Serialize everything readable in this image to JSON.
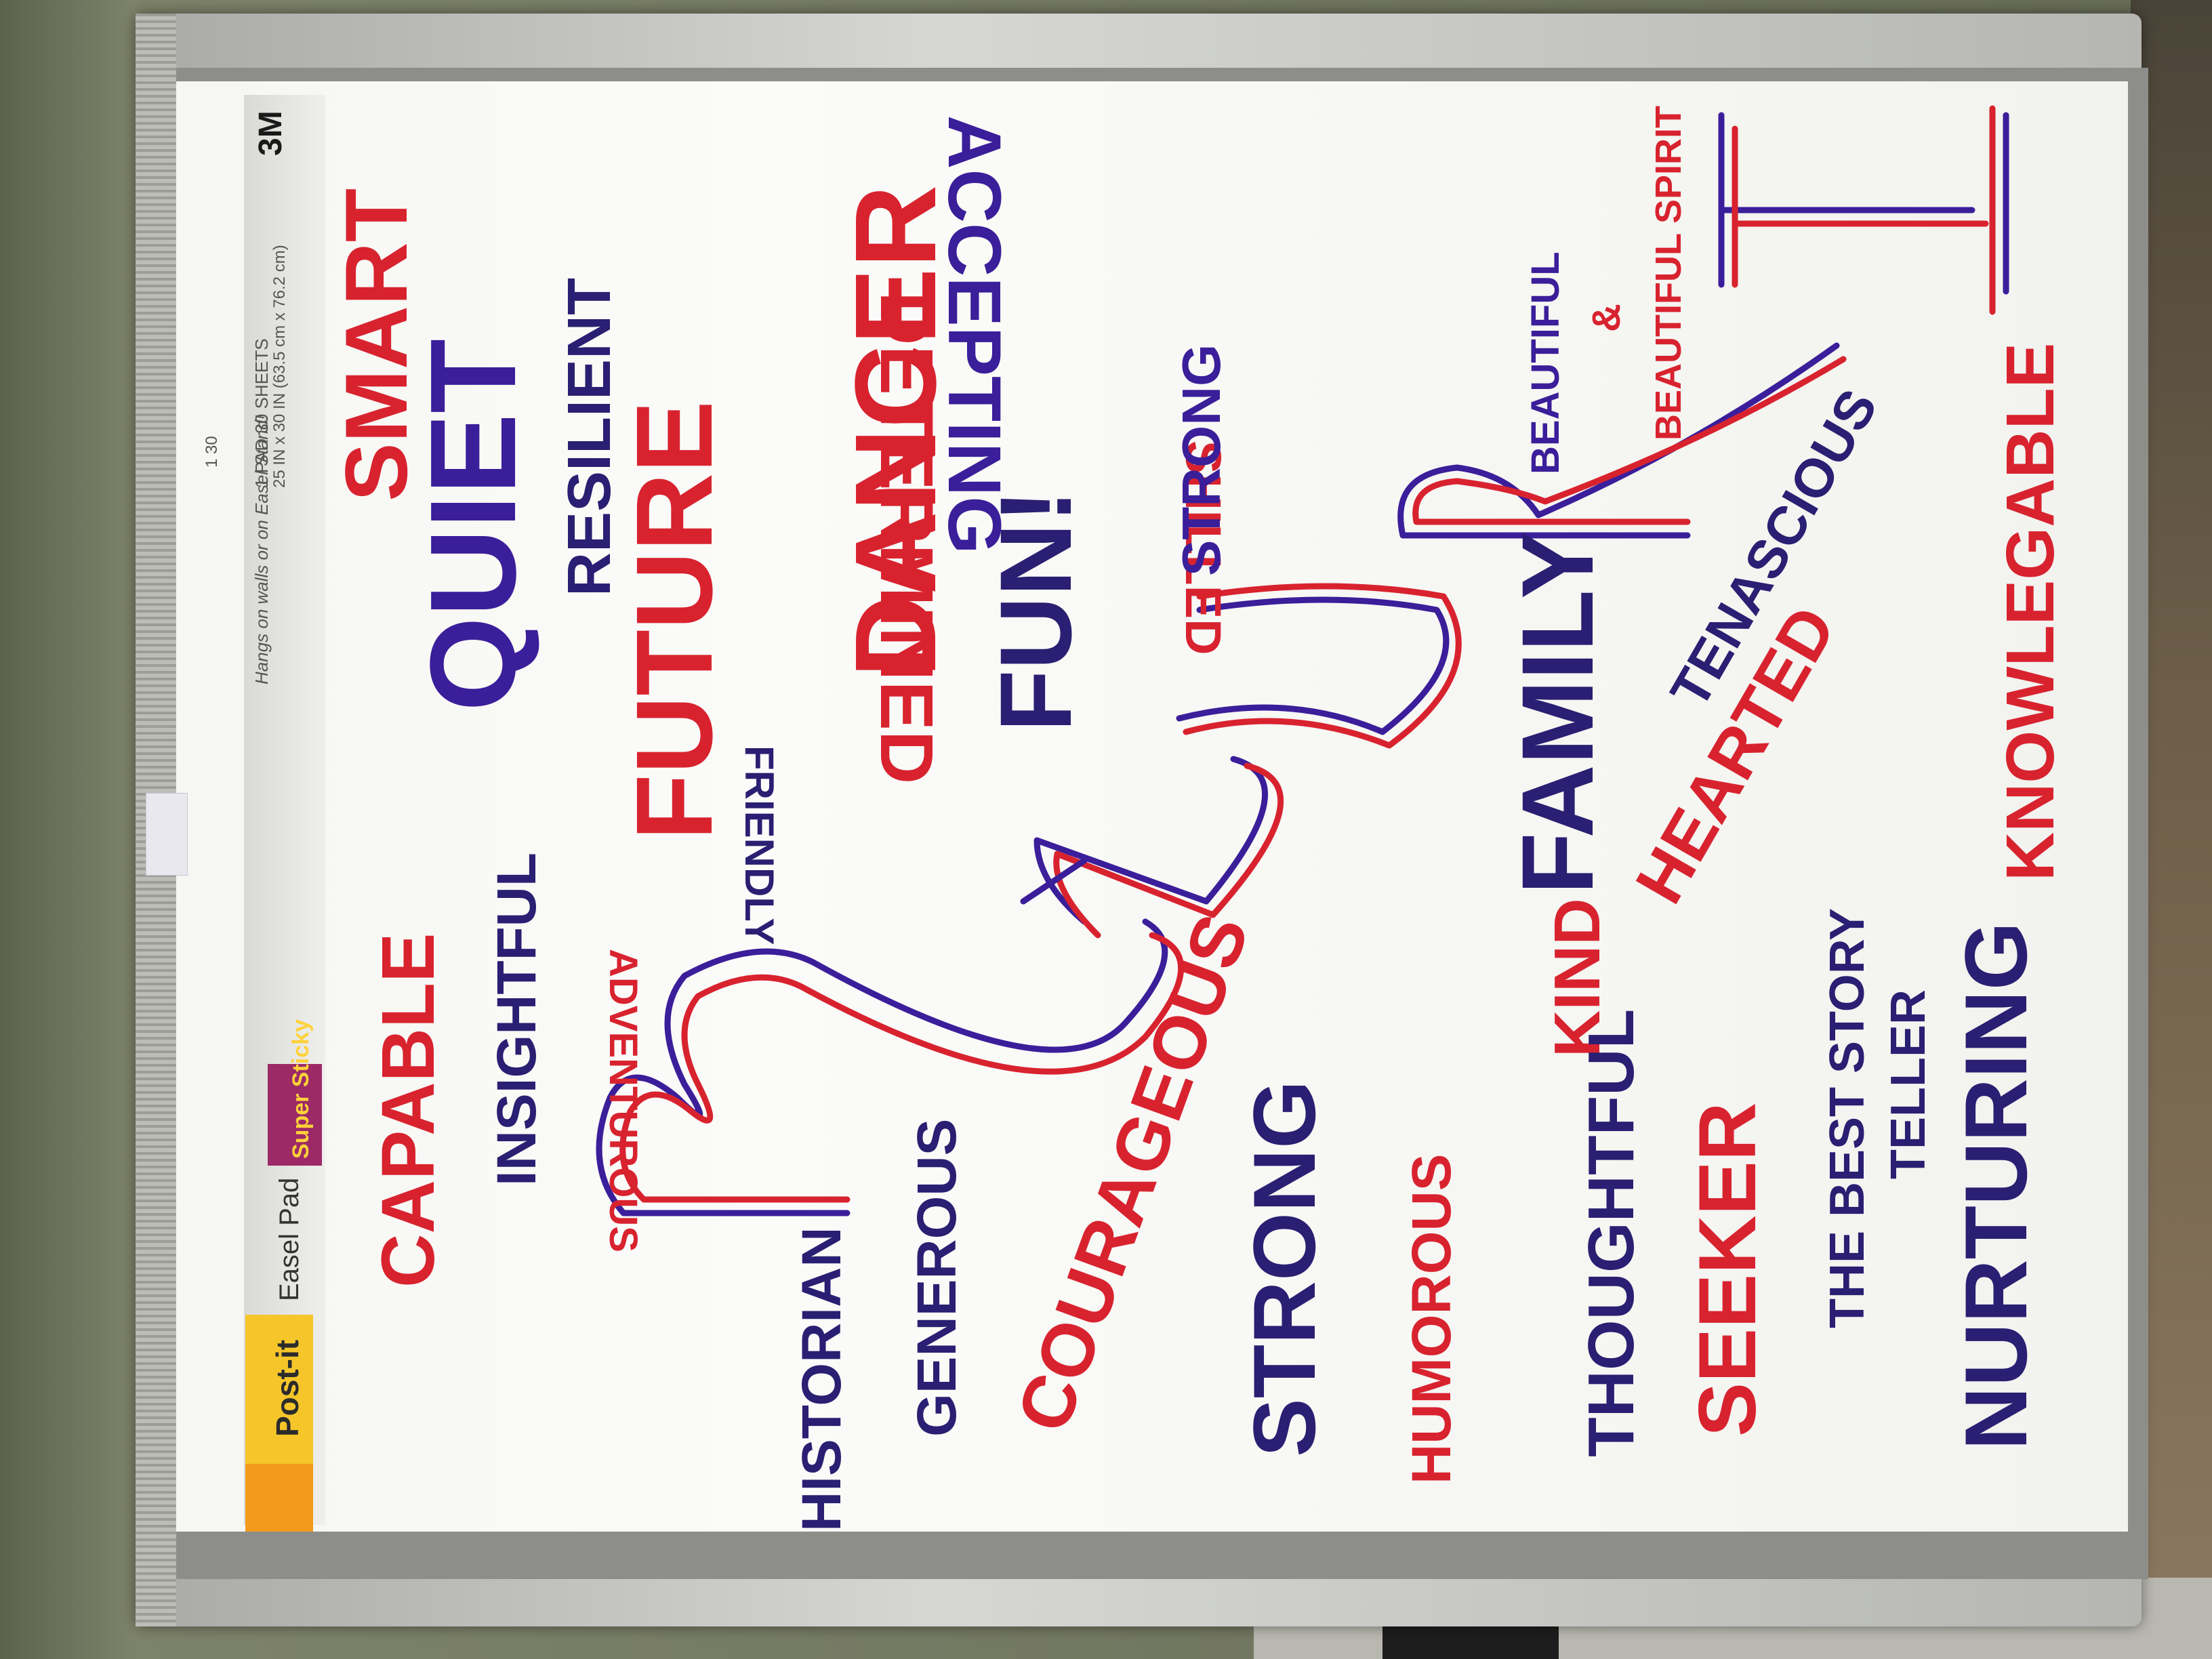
{
  "pad_label": {
    "brand": "Post-it",
    "product": "Easel Pad",
    "badge": "Super Sticky",
    "logo": "3M",
    "tagline": "Hangs on walls or on Easel Stand!",
    "size_text": "1 PAD 30 SHEETS",
    "dimensions": "25 IN x 30 IN (63.5 cm x 76.2 cm)",
    "count_text": "1 30"
  },
  "colors": {
    "red": "#d8232f",
    "blue": "#3b1e9a",
    "navy": "#2a1f72",
    "paper": "#f7f7f4",
    "label_yellow": "#f5c52a",
    "label_orange": "#f39a1d"
  },
  "letters": [
    "M",
    "A",
    "U",
    "R",
    "I"
  ],
  "words": {
    "historian": "HISTORIAN",
    "capable": "CAPABLE",
    "insightful": "INSIGHTFUL",
    "smart": "SMART",
    "quiet": "QUIET",
    "resilient": "RESILIENT",
    "future": "FUTURE",
    "dancer": "DANCER",
    "accepting": "ACCEPTING",
    "determined": "DETERMINED",
    "adventurous": "ADVENTUROUS",
    "friendly": "FRIENDLY",
    "fun": "FUN!",
    "shilled": "SHILLED",
    "strong_top": "STRONG",
    "generous": "GENEROUS",
    "courageous": "COURAGEOUS",
    "strong": "STRONG",
    "kind": "KIND",
    "family": "FAMILY",
    "tenascious": "TENASCIOUS",
    "hearted": "HEARTED",
    "beautiful": "BEAUTIFUL",
    "amp": "&",
    "beautiful_spirit": "BEAUTIFUL SPIRIT",
    "humorous": "HUMOROUS",
    "thoughtful": "THOUGHTFUL",
    "seeker": "SEEKER",
    "best_story": "THE BEST STORY",
    "teller": "TELLER",
    "nurturing": "NURTURING",
    "knowledgable": "KNOWLEGABLE"
  }
}
